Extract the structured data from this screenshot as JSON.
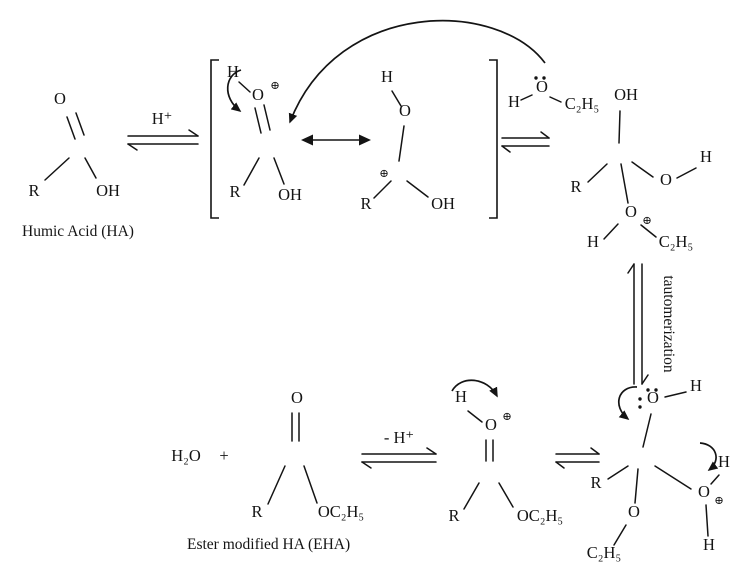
{
  "scheme": {
    "labels": {
      "h_plus": "H⁺",
      "humic_acid_caption": "Humic Acid (HA)",
      "tautomerization": "tautomerization",
      "minus_h_plus": "- H⁺",
      "h2o": "H₂O",
      "plus": "+",
      "eha_caption": "Ester modified HA (EHA)"
    },
    "atoms": {
      "R": "R",
      "O": "O",
      "H": "H",
      "OH": "OH",
      "C2H5": "C₂H₅",
      "OC2H5": "OC₂H₅",
      "plus_charge": "⊕"
    }
  }
}
